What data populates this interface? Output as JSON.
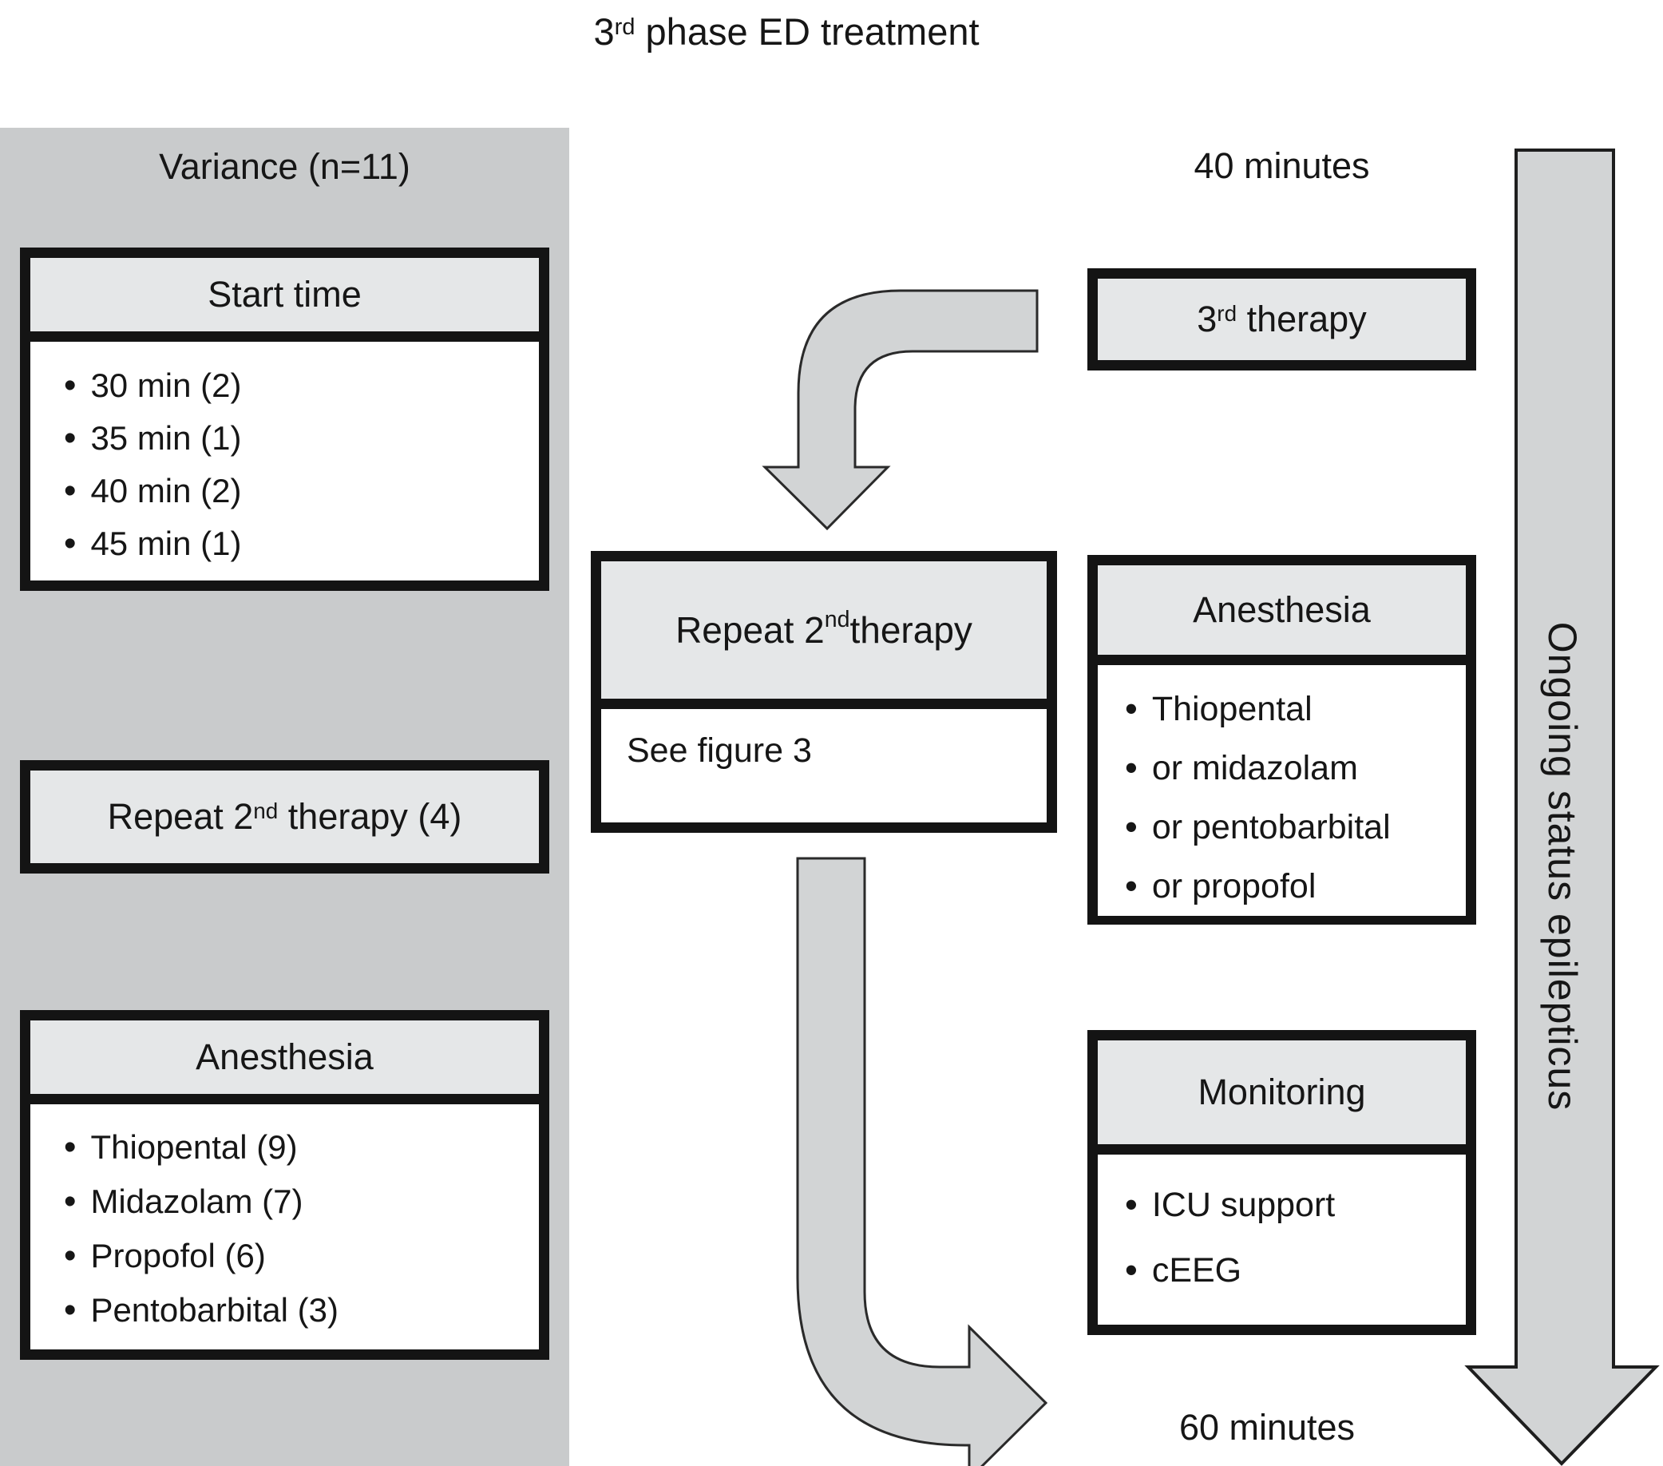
{
  "title": {
    "pre": "3",
    "sup": "rd",
    "post": " phase ED treatment"
  },
  "left_panel": {
    "header": "Variance (n=11)",
    "start_time": {
      "header": "Start time",
      "items": [
        "30 min (2)",
        "35 min (1)",
        "40 min (2)",
        "45 min (1)"
      ]
    },
    "repeat_therapy": {
      "pre": "Repeat 2",
      "sup": "nd",
      "post": " therapy (4)"
    },
    "anesthesia": {
      "header": "Anesthesia",
      "items": [
        "Thiopental (9)",
        "Midazolam (7)",
        "Propofol (6)",
        "Pentobarbital (3)"
      ]
    }
  },
  "flow": {
    "third_therapy": {
      "pre": "3",
      "sup": "rd",
      "post": " therapy"
    },
    "repeat_second": {
      "header": {
        "pre": "Repeat 2",
        "sup": "nd",
        "post": " therapy"
      },
      "body": "See figure 3"
    },
    "anesthesia": {
      "header": "Anesthesia",
      "items": [
        "Thiopental",
        "or midazolam",
        "or pentobarbital",
        "or propofol"
      ]
    },
    "monitoring": {
      "header": "Monitoring",
      "items": [
        "ICU support",
        "cEEG"
      ]
    }
  },
  "timeline": {
    "t40": "40 minutes",
    "t60": "60 minutes",
    "ongoing_arrow_label": "Ongoing status epilepticus"
  },
  "colors": {
    "panel_gray": "#c9cbcc",
    "header_gray": "#e5e7e8",
    "arrow_gray": "#d2d4d5",
    "border_black": "#141414"
  }
}
